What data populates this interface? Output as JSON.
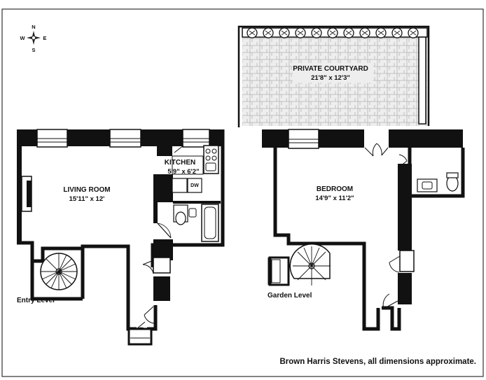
{
  "compass": {
    "north": "N",
    "south": "S",
    "east": "E",
    "west": "W"
  },
  "courtyard": {
    "name": "PRIVATE COURTYARD",
    "dims": "21'8\" x 12'3\""
  },
  "living_room": {
    "name": "LIVING ROOM",
    "dims": "15'11\" x 12'"
  },
  "kitchen": {
    "name": "KITCHEN",
    "dims": "5'9\" x 6'2\"",
    "dishwasher": "DW"
  },
  "bedroom": {
    "name": "BEDROOM",
    "dims": "14'9\" x 11'2\""
  },
  "levels": {
    "entry": "Entry Level",
    "garden": "Garden Level"
  },
  "credit": "Brown Harris Stevens, all dimensions approximate.",
  "colors": {
    "wall": "#111111",
    "paving": "#d9d9d9",
    "frame": "#333333"
  }
}
